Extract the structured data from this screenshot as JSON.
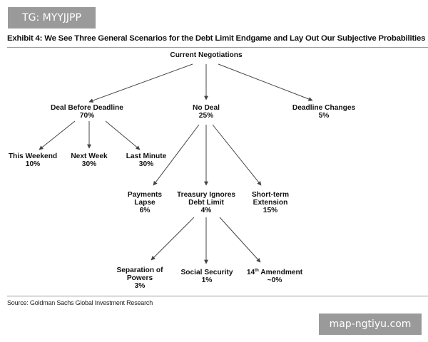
{
  "badges": {
    "top_left": "TG: MYYJJPP",
    "bottom_right": "map-ngtiyu.com"
  },
  "exhibit": {
    "title": "Exhibit 4: We See Three General Scenarios for the Debt Limit Endgame and Lay Out Our Subjective Probabilities",
    "source": "Source: Goldman Sachs Global Investment Research"
  },
  "tree": {
    "root": {
      "label": "Current Negotiations"
    },
    "deal": {
      "label": "Deal Before Deadline",
      "value": "70%"
    },
    "nodeal": {
      "label": "No Deal",
      "value": "25%"
    },
    "deadline": {
      "label": "Deadline Changes",
      "value": "5%"
    },
    "weekend": {
      "label": "This Weekend",
      "value": "10%"
    },
    "nextweek": {
      "label": "Next Week",
      "value": "30%"
    },
    "lastminute": {
      "label": "Last Minute",
      "value": "30%"
    },
    "payments": {
      "line1": "Payments",
      "line2": "Lapse",
      "value": "6%"
    },
    "treasury": {
      "line1": "Treasury Ignores",
      "line2": "Debt Limit",
      "value": "4%"
    },
    "shortterm": {
      "line1": "Short-term",
      "line2": "Extension",
      "value": "15%"
    },
    "separation": {
      "line1": "Separation of",
      "line2": "Powers",
      "value": "3%"
    },
    "socsec": {
      "label": "Social Security",
      "value": "1%"
    },
    "amend14": {
      "label_num": "14",
      "label_sup": "th",
      "label_rest": " Amendment",
      "value": "~0%"
    }
  },
  "colors": {
    "line": "#444444",
    "badge": "#9a9a9a",
    "rule": "#9a9a9a"
  }
}
